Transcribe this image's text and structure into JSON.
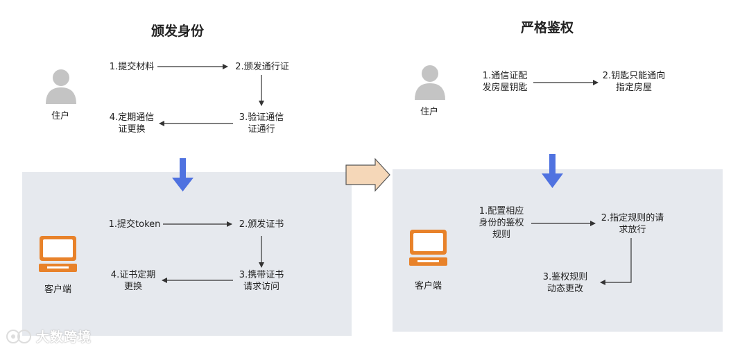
{
  "left": {
    "title": "颁发身份",
    "actor": "住户",
    "steps": [
      "1.提交材料",
      "2.颁发通行证",
      "3.验证通信\n证通行",
      "4.定期通信\n证更换"
    ],
    "client": "客户端",
    "client_steps": [
      "1.提交token",
      "2.颁发证书",
      "3.携带证书\n请求访问",
      "4.证书定期\n更换"
    ]
  },
  "right": {
    "title": "严格鉴权",
    "actor": "住户",
    "steps": [
      "1.通信证配\n发房屋钥匙",
      "2.钥匙只能通向\n指定房屋"
    ],
    "client": "客户端",
    "client_steps": [
      "1.配置相应\n身份的鉴权\n规则",
      "2.指定规则的请\n求放行",
      "3.鉴权规则\n动态更改"
    ]
  },
  "watermark": "大数跨境",
  "colors": {
    "panel": "#e6e9ee",
    "down_arrow": "#4f72e0",
    "transition_arrow": "#f5d7b8",
    "monitor": "#e8822a",
    "person": "#c4c4c4"
  },
  "icons": [
    "person-icon",
    "monitor-icon",
    "down-arrow-icon",
    "transition-arrow-icon"
  ]
}
